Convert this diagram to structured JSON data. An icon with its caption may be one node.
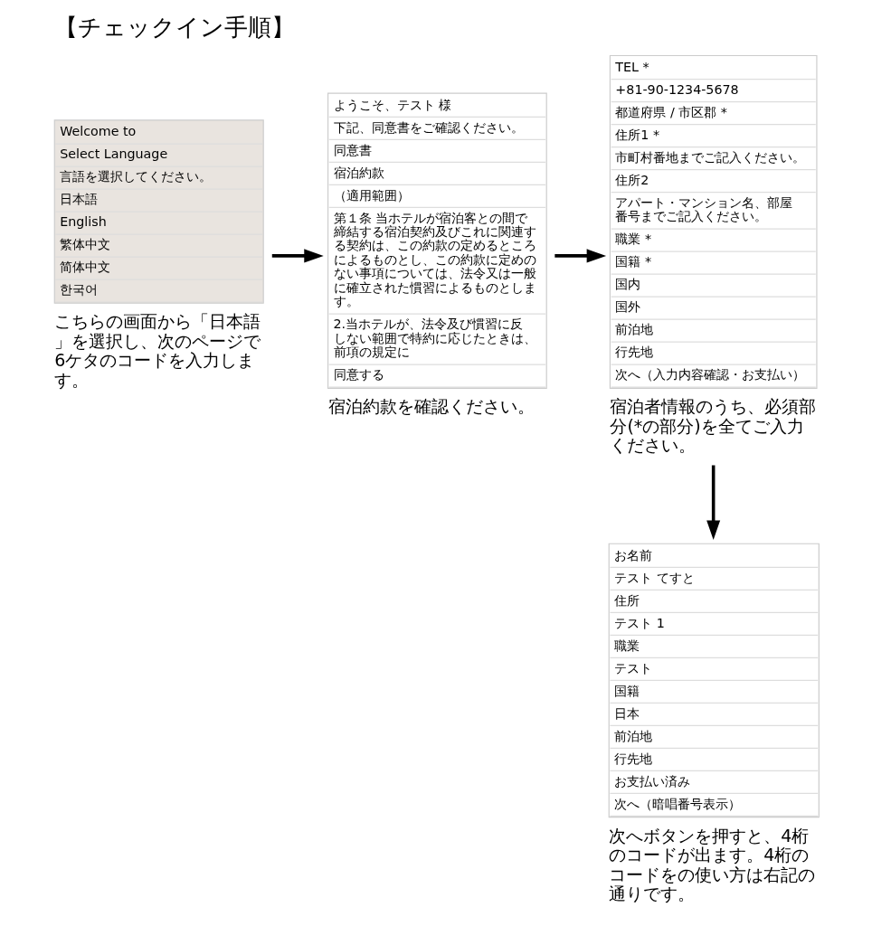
{
  "diagram": {
    "title": "【チェックイン手順】",
    "nodes": [
      {
        "text": [
          "Welcome to",
          "Select Language",
          "言語を選択してください。",
          "日本語",
          "English",
          "繁体中文",
          "简体中文",
          "한국어"
        ],
        "beside": [
          "こちらの画面から「日本語」を選択し、次のページで6ケタのコードを入力します。"
        ]
      },
      {
        "text": [
          "ようこそ、テスト 様",
          "下記、同意書をご確認ください。",
          "同意書",
          "宿泊約款",
          "（適用範囲）",
          "第１条 当ホテルが宿泊客との間で締結する宿泊契約及びこれに関連する契約は、この約款の定めるところによるものとし、この約款に定めのない事項については、法令又は一般に確立された慣習によるものとします。",
          "2.当ホテルが、法令及び慣習に反しない範囲で特約に応じたときは、前項の規定に",
          "同意する"
        ],
        "beside": [
          "宿泊約款を確認ください。"
        ]
      },
      {
        "text": [
          "TEL *",
          "+81-90-1234-5678",
          "都道府県 / 市区郡 *",
          "住所1 *",
          "市町村番地までご記入ください。",
          "住所2",
          "アパート・マンション名、部屋番号までご記入ください。",
          "職業 *",
          "国籍 *",
          "国内",
          "国外",
          "前泊地",
          "行先地",
          "次へ（入力内容確認・お支払い）"
        ],
        "beside": [
          "宿泊者情報のうち、必須部分(*の部分)を全てご入力ください。"
        ]
      },
      {
        "text": [
          "お名前",
          "テスト てすと",
          "住所",
          "テスト 1",
          "職業",
          "テスト",
          "国籍",
          "日本",
          "前泊地",
          "行先地",
          "お支払い済み",
          "次へ（暗唱番号表示）"
        ],
        "beside": [
          "次へボタンを押すと、4桁のコードが出ます。4桁のコードをの使い方は右記の通りです。"
        ]
      }
    ],
    "edges": [
      {
        "from": 0,
        "to": 1,
        "arrow": "to"
      },
      {
        "from": 1,
        "to": 2,
        "arrow": "to"
      },
      {
        "from": 2,
        "to": 3,
        "arrow": "to"
      }
    ]
  }
}
